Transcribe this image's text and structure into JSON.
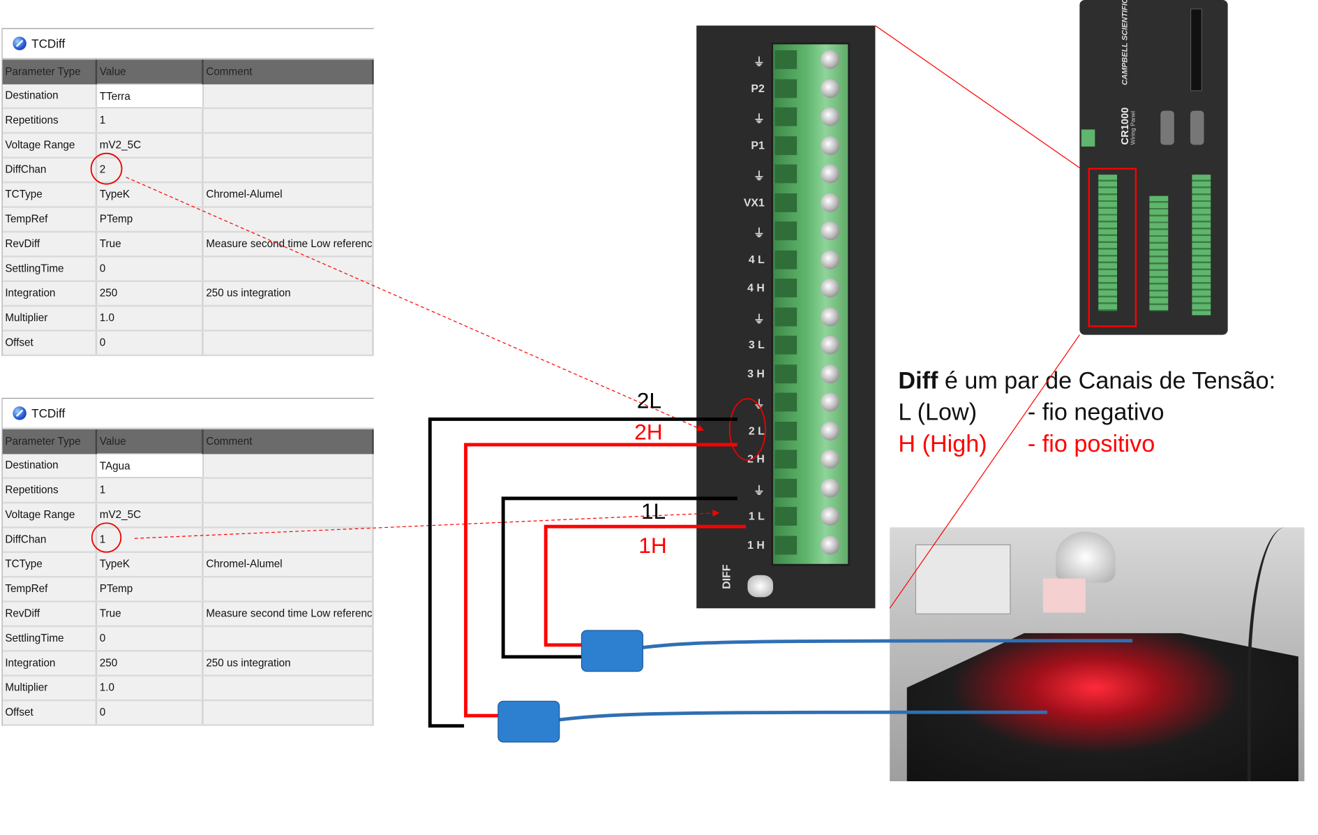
{
  "panels": [
    {
      "title": "TCDiff",
      "headers": [
        "Parameter Type",
        "Value",
        "Comment"
      ],
      "rows": [
        [
          "Destination",
          "TTerra",
          ""
        ],
        [
          "Repetitions",
          "1",
          ""
        ],
        [
          "Voltage Range",
          "mV2_5C",
          ""
        ],
        [
          "DiffChan",
          "2",
          ""
        ],
        [
          "TCType",
          "TypeK",
          "Chromel-Alumel"
        ],
        [
          "TempRef",
          "PTemp",
          ""
        ],
        [
          "RevDiff",
          "True",
          "Measure second time Low reference"
        ],
        [
          "SettlingTime",
          "0",
          ""
        ],
        [
          "Integration",
          "250",
          "250 us integration"
        ],
        [
          "Multiplier",
          "1.0",
          ""
        ],
        [
          "Offset",
          "0",
          ""
        ]
      ]
    },
    {
      "title": "TCDiff",
      "headers": [
        "Parameter Type",
        "Value",
        "Comment"
      ],
      "rows": [
        [
          "Destination",
          "TAgua",
          ""
        ],
        [
          "Repetitions",
          "1",
          ""
        ],
        [
          "Voltage Range",
          "mV2_5C",
          ""
        ],
        [
          "DiffChan",
          "1",
          ""
        ],
        [
          "TCType",
          "TypeK",
          "Chromel-Alumel"
        ],
        [
          "TempRef",
          "PTemp",
          ""
        ],
        [
          "RevDiff",
          "True",
          "Measure second time Low reference"
        ],
        [
          "SettlingTime",
          "0",
          ""
        ],
        [
          "Integration",
          "250",
          "250 us integration"
        ],
        [
          "Multiplier",
          "1.0",
          ""
        ],
        [
          "Offset",
          "0",
          ""
        ]
      ]
    }
  ],
  "terminal_block": {
    "labels": [
      "⏚",
      "P2",
      "⏚",
      "P1",
      "⏚",
      "VX1",
      "⏚",
      "4 L",
      "4 H",
      "⏚",
      "3 L",
      "3 H",
      "⏚",
      "2 L",
      "2 H",
      "⏚",
      "1 L",
      "1 H"
    ],
    "footer": "DIFF"
  },
  "wires": {
    "l2": "2L",
    "h2": "2H",
    "l1": "1L",
    "h1": "1H"
  },
  "device": {
    "brand": "CAMPBELL SCIENTIFIC",
    "model": "CR1000",
    "subtitle": "Wiring Panel"
  },
  "description": {
    "bold": "Diff",
    "line1": " é um par de Canais de Tensão:",
    "line2a": "L (Low)",
    "line2b": "- fio negativo",
    "line3a": "H (High)",
    "line3b": "- fio positivo"
  },
  "colors": {
    "high": "#ff0000",
    "low": "#000000",
    "terminal": "#5fb66c",
    "cable": "#2f6fb5"
  }
}
